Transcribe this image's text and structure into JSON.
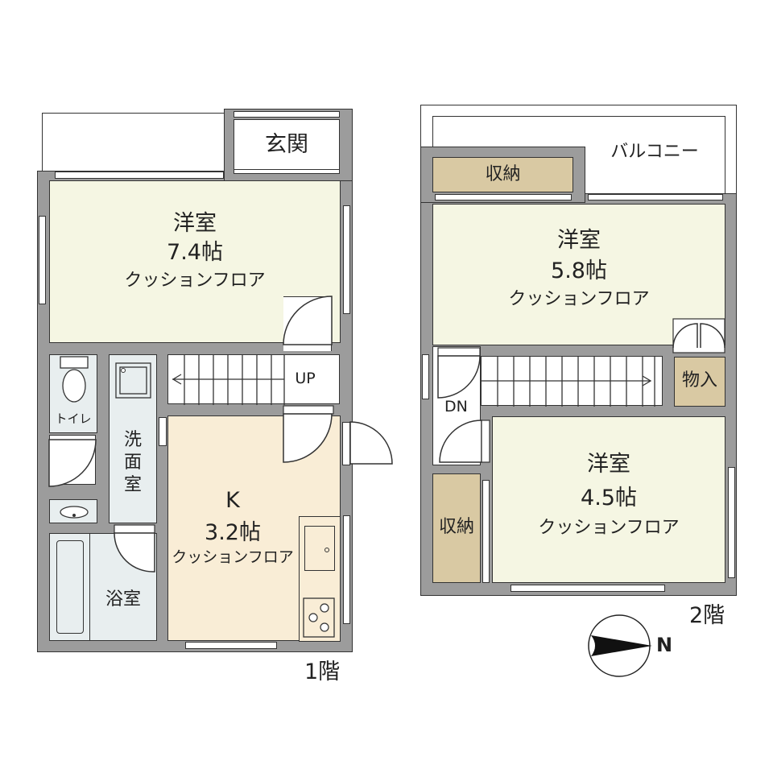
{
  "colors": {
    "wall": "#9c9c9c",
    "western_room": "#f5f6e3",
    "kitchen": "#f9edd6",
    "wet_area": "#e8eeef",
    "storage": "#d9c9a3",
    "outline": "#333333"
  },
  "floor1": {
    "label": "1階",
    "rooms": {
      "entrance": {
        "name": "玄関"
      },
      "western": {
        "name": "洋室",
        "size": "7.4帖",
        "floor": "クッションフロア"
      },
      "toilet": {
        "name": "トイレ"
      },
      "washroom": {
        "name_lines": [
          "洗",
          "面",
          "室"
        ]
      },
      "bath": {
        "name": "浴室"
      },
      "kitchen": {
        "name": "K",
        "size": "3.2帖",
        "floor": "クッションフロア"
      }
    },
    "stairs": {
      "label": "UP"
    }
  },
  "floor2": {
    "label": "2階",
    "rooms": {
      "balcony": {
        "name": "バルコニー"
      },
      "storage_top": {
        "name": "収納"
      },
      "western_a": {
        "name": "洋室",
        "size": "5.8帖",
        "floor": "クッションフロア"
      },
      "closet": {
        "name": "物入"
      },
      "western_b": {
        "name": "洋室",
        "size": "4.5帖",
        "floor": "クッションフロア"
      },
      "storage_left": {
        "name": "収納"
      }
    },
    "stairs": {
      "label": "DN"
    }
  },
  "compass": {
    "direction_label": "N"
  }
}
